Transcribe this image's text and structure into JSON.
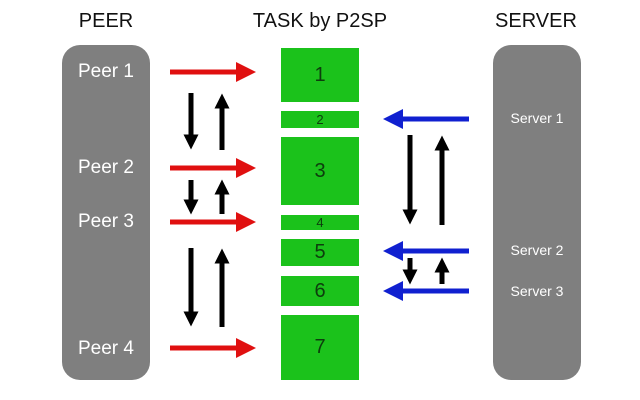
{
  "titles": {
    "peer": "PEER",
    "task": "TASK by P2SP",
    "server": "SERVER"
  },
  "peers": [
    "Peer 1",
    "Peer 2",
    "Peer 3",
    "Peer 4"
  ],
  "servers": [
    "Server 1",
    "Server 2",
    "Server 3"
  ],
  "blocks": [
    "1",
    "2",
    "3",
    "4",
    "5",
    "6",
    "7"
  ],
  "colors": {
    "peer_arrow": "#e01010",
    "server_arrow": "#1020d0",
    "block": "#1bc21b",
    "panel": "#7f7f7f"
  }
}
